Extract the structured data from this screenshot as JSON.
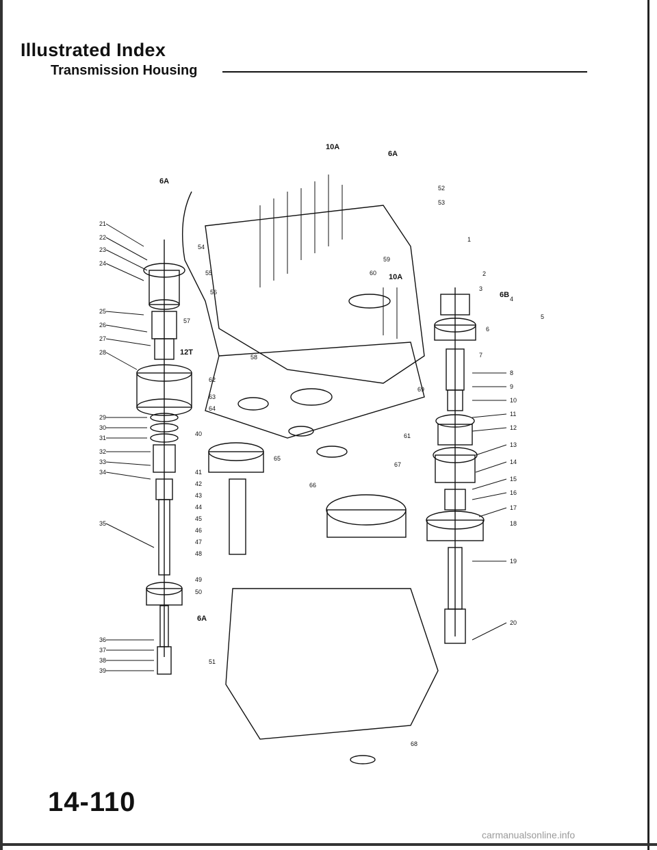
{
  "header": {
    "title": "Illustrated Index",
    "subtitle": "Transmission Housing"
  },
  "callouts": {
    "left": [
      "21",
      "22",
      "23",
      "24",
      "25",
      "26",
      "27",
      "28",
      "29",
      "30",
      "31",
      "32",
      "33",
      "34",
      "35",
      "36",
      "37",
      "38",
      "39"
    ],
    "mid": [
      "40",
      "41",
      "42",
      "43",
      "44",
      "45",
      "46",
      "47",
      "48",
      "49",
      "50",
      "51"
    ],
    "right": [
      "1",
      "2",
      "3",
      "4",
      "5",
      "6",
      "7",
      "8",
      "9",
      "10",
      "11",
      "12",
      "13",
      "14",
      "15",
      "16",
      "17",
      "18",
      "19",
      "20"
    ],
    "misc": [
      "52",
      "53",
      "54",
      "55",
      "56",
      "57",
      "58",
      "59",
      "60",
      "61",
      "62",
      "63",
      "64",
      "65",
      "66",
      "67",
      "68",
      "69"
    ],
    "sizes": [
      "10A",
      "6A",
      "6A",
      "10A",
      "6B",
      "12T",
      "6A"
    ]
  },
  "footer": {
    "page_number": "14-110",
    "watermark": "carmanualsonline.info"
  }
}
